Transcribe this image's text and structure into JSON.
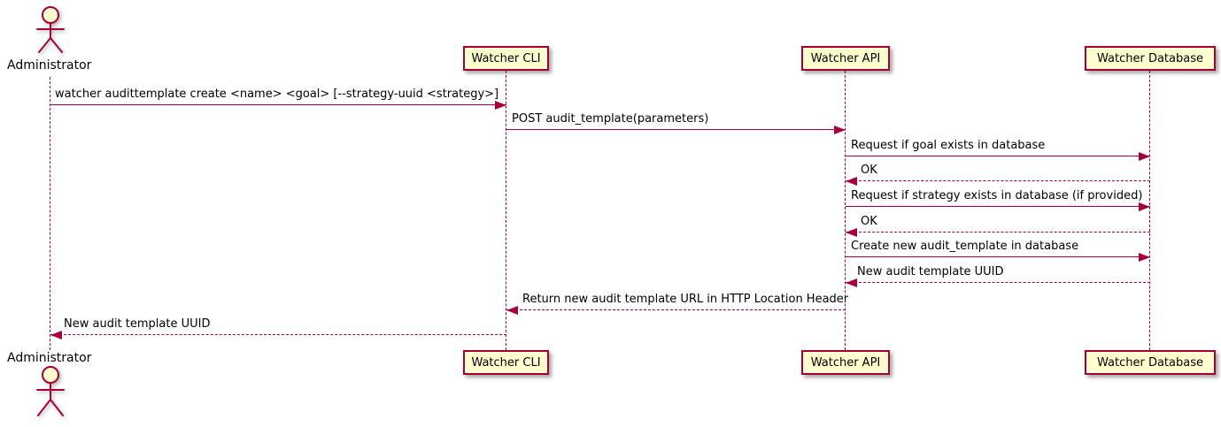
{
  "diagram": {
    "type": "uml-sequence",
    "colors": {
      "stroke": "#A80036",
      "participant_fill": "#FEFECE",
      "text": "#000000",
      "background": "#FFFFFF"
    },
    "actor": {
      "name": "Administrator"
    },
    "participants": [
      {
        "label": "Watcher CLI"
      },
      {
        "label": "Watcher API"
      },
      {
        "label": "Watcher Database"
      }
    ],
    "messages": [
      {
        "from": "Administrator",
        "to": "Watcher CLI",
        "style": "solid",
        "text": "watcher audittemplate create <name> <goal> [--strategy-uuid <strategy>]"
      },
      {
        "from": "Watcher CLI",
        "to": "Watcher API",
        "style": "solid",
        "text": "POST audit_template(parameters)"
      },
      {
        "from": "Watcher API",
        "to": "Watcher Database",
        "style": "solid",
        "text": "Request if goal exists in database"
      },
      {
        "from": "Watcher Database",
        "to": "Watcher API",
        "style": "dashed",
        "text": "OK"
      },
      {
        "from": "Watcher API",
        "to": "Watcher Database",
        "style": "solid",
        "text": "Request if strategy exists in database (if provided)"
      },
      {
        "from": "Watcher Database",
        "to": "Watcher API",
        "style": "dashed",
        "text": "OK"
      },
      {
        "from": "Watcher API",
        "to": "Watcher Database",
        "style": "solid",
        "text": "Create new audit_template in database"
      },
      {
        "from": "Watcher Database",
        "to": "Watcher API",
        "style": "dashed",
        "text": "New audit template UUID"
      },
      {
        "from": "Watcher API",
        "to": "Watcher CLI",
        "style": "dashed",
        "text": "Return new audit template URL in HTTP Location Header"
      },
      {
        "from": "Watcher CLI",
        "to": "Administrator",
        "style": "dashed",
        "text": "New audit template UUID"
      }
    ]
  }
}
